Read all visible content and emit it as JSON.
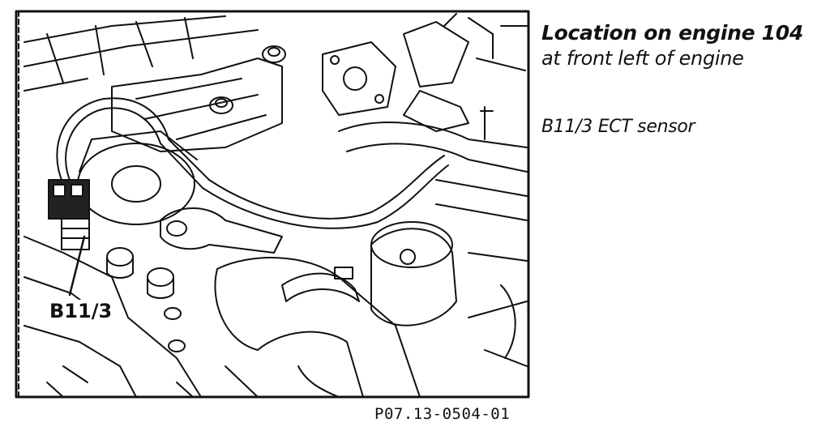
{
  "caption": {
    "title": "Location on engine 104",
    "subtitle": "at front left of engine",
    "component": "B11/3 ECT sensor"
  },
  "figure": {
    "callout_label": "B11/3",
    "code": "P07.13-0504-01"
  }
}
